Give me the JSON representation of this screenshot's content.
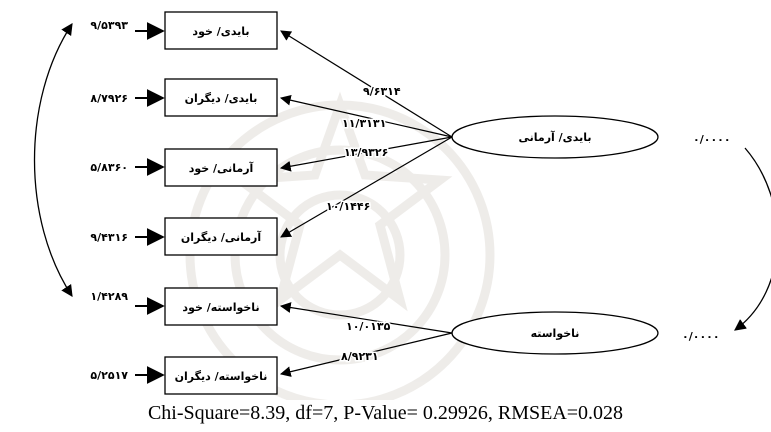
{
  "observed": [
    {
      "label": "بایدی/ خود",
      "error": "۹/۵۳۹۳"
    },
    {
      "label": "بایدی/ دیگران",
      "error": "۸/۷۹۲۶"
    },
    {
      "label": "آرمانی/ خود",
      "error": "۵/۸۳۶۰"
    },
    {
      "label": "آرمانی/ دیگران",
      "error": "۹/۴۳۱۶"
    },
    {
      "label": "ناخواسته/ خود",
      "error": "۱/۴۲۸۹"
    },
    {
      "label": "ناخواسته/ دیگران",
      "error": "۵/۲۵۱۷"
    }
  ],
  "latent": [
    {
      "label": "بایدی/ آرمانی",
      "variance": "۰/۰۰۰۰"
    },
    {
      "label": "ناخواسته",
      "variance": "۰/۰۰۰۰"
    }
  ],
  "paths": [
    {
      "from": "بایدی/ آرمانی",
      "to": "بایدی/ خود",
      "value": "۹/۶۳۱۴"
    },
    {
      "from": "بایدی/ آرمانی",
      "to": "بایدی/ دیگران",
      "value": "۱۱/۳۱۳۱"
    },
    {
      "from": "بایدی/ آرمانی",
      "to": "آرمانی/ خود",
      "value": "۱۳/۹۳۲۶"
    },
    {
      "from": "بایدی/ آرمانی",
      "to": "آرمانی/ دیگران",
      "value": "۱۰/۱۴۴۶"
    },
    {
      "from": "ناخواسته",
      "to": "ناخواسته/ خود",
      "value": "۱۰/۰۱۳۵"
    },
    {
      "from": "ناخواسته",
      "to": "ناخواسته/ دیگران",
      "value": "۸/۹۲۳۱"
    }
  ],
  "footer": "Chi-Square=8.39, df=7, P-Value= 0.29926, RMSEA=0.028"
}
